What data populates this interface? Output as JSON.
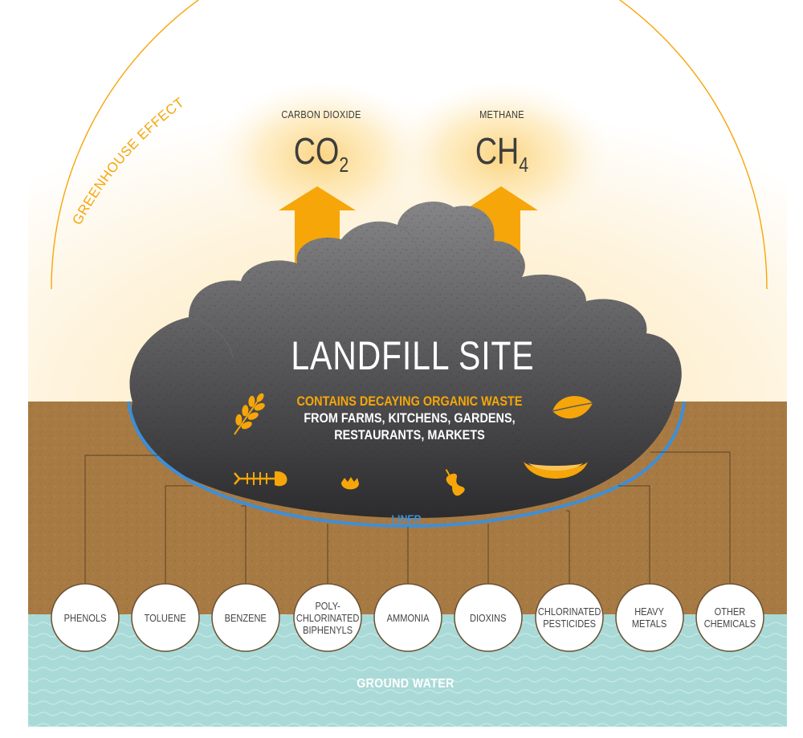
{
  "arc_label": "GREENHOUSE EFFECT",
  "gases": [
    {
      "name": "CARBON DIOXIDE",
      "formula_base": "CO",
      "formula_sub": "2"
    },
    {
      "name": "METHANE",
      "formula_base": "CH",
      "formula_sub": "4"
    }
  ],
  "landfill": {
    "title": "LANDFILL SITE",
    "contents_highlight": "CONTAINS DECAYING ORGANIC WASTE",
    "contents_line2": "FROM FARMS, KITCHENS, GARDENS,",
    "contents_line3": "RESTAURANTS, MARKETS"
  },
  "liner_label": "LINER",
  "groundwater_label": "GROUND WATER",
  "chemicals": [
    "PHENOLS",
    "TOLUENE",
    "BENZENE",
    "POLY-\nCHLORINATED\nBIPHENYLS",
    "AMMONIA",
    "DIOXINS",
    "CHLORINATED\nPESTICIDES",
    "HEAVY\nMETALS",
    "OTHER\nCHEMICALS"
  ],
  "colors": {
    "accent": "#f6a609",
    "soil": "#a87a43",
    "water": "#a9dad7",
    "landfill": "#5a5a5c",
    "liner": "#3d8fd8",
    "glow": "#fde7b4"
  },
  "icons": [
    "wheat-icon",
    "leaf-icon",
    "fish-bone-icon",
    "eggshell-icon",
    "apple-core-icon",
    "melon-rind-icon"
  ]
}
